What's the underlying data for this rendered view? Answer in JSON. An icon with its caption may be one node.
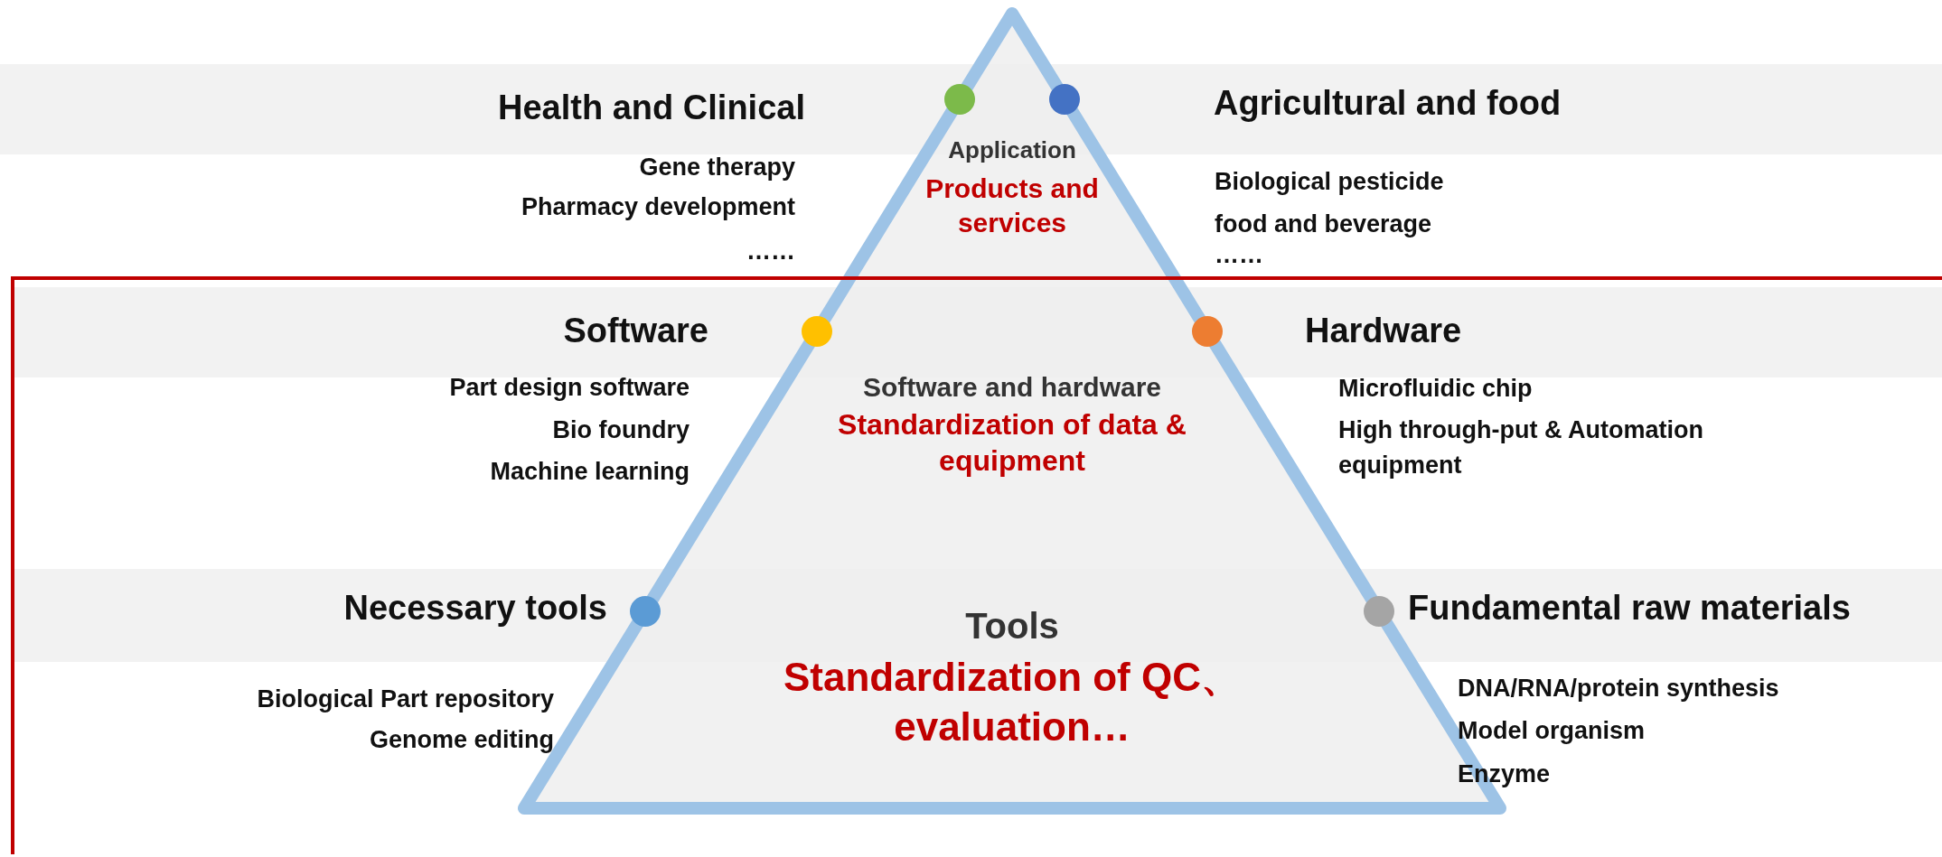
{
  "diagram": {
    "nodes": [
      {
        "text": [],
        "shape": "triangle"
      },
      {
        "text": [
          "Application",
          "Products and services"
        ],
        "in": 0
      },
      {
        "text": [
          "Software and hardware",
          "Standardization of data & equipment"
        ],
        "in": 0
      },
      {
        "text": [
          "Tools",
          "Standardization of QC、 evaluation…"
        ],
        "in": 0
      },
      {
        "text": [
          "Health and Clinical",
          "Gene therapy",
          "Pharmacy development",
          "……"
        ]
      },
      {
        "text": [
          "Agricultural and food",
          "Biological pesticide",
          "food and beverage",
          "……"
        ]
      },
      {
        "text": [
          "Software",
          "Part design software",
          "Bio foundry",
          "Machine learning"
        ]
      },
      {
        "text": [
          "Hardware",
          "Microfluidic chip",
          "High through-put & Automation equipment"
        ]
      },
      {
        "text": [
          "Necessary tools",
          "Biological Part repository",
          "Genome editing"
        ]
      },
      {
        "text": [
          "Fundamental raw materials",
          "DNA/RNA/protein synthesis",
          "Model organism",
          "Enzyme"
        ]
      }
    ],
    "edges": []
  }
}
